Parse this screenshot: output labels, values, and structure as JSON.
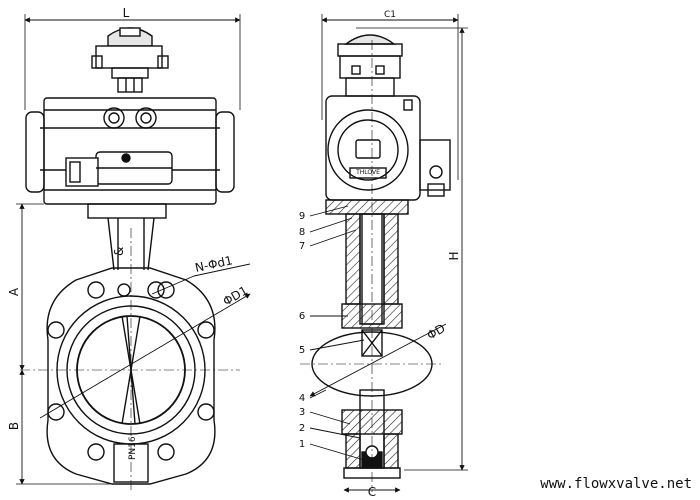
{
  "drawing": {
    "left_view": {
      "dim_width": "L",
      "dim_upper": "A",
      "dim_lower": "B",
      "hole_callout": "N-Φd1",
      "bolt_circle": "ΦD1",
      "flow_marker": "&",
      "disc_marker": "PN16"
    },
    "right_view": {
      "dim_top": "C1",
      "dim_height": "H",
      "dim_bottom": "C",
      "disc_dia": "ΦD",
      "logo_text": "THLOVE",
      "part_numbers": [
        "9",
        "8",
        "7",
        "6",
        "5",
        "4",
        "3",
        "2",
        "1"
      ]
    }
  },
  "watermark": "www.flowxvalve.net"
}
